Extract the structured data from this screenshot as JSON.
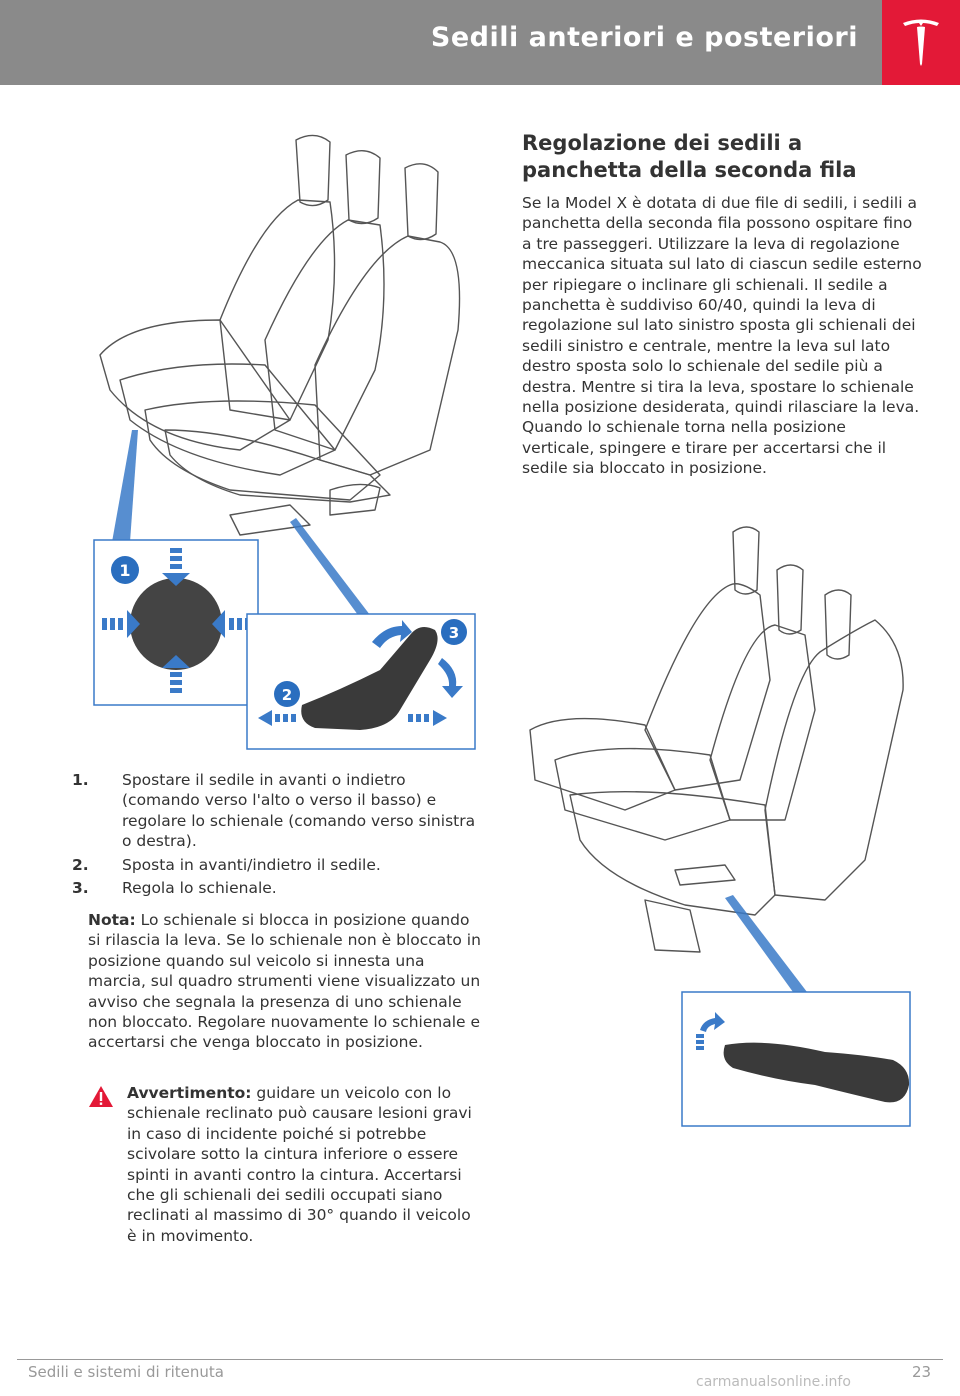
{
  "header": {
    "title": "Sedili anteriori e posteriori",
    "accent_color": "#e31937",
    "bar_color": "#8a8a8a"
  },
  "figure_front": {
    "callouts": [
      "1",
      "2",
      "3"
    ],
    "callout_color": "#2a6ebf"
  },
  "steps": [
    {
      "num": "1.",
      "text": "Spostare il sedile in avanti o indietro (comando verso l'alto o verso il basso) e regolare lo schienale (comando verso sinistra o destra)."
    },
    {
      "num": "2.",
      "text": "Sposta in avanti/indietro il sedile."
    },
    {
      "num": "3.",
      "text": "Regola lo schienale."
    }
  ],
  "note": {
    "label": "Nota:",
    "text": " Lo schienale si blocca in posizione quando si rilascia la leva. Se lo schienale non è bloccato in posizione quando sul veicolo si innesta una marcia, sul quadro strumenti viene visualizzato un avviso che segnala la presenza di uno schienale non bloccato. Regolare nuovamente lo schienale e accertarsi che venga bloccato in posizione."
  },
  "warning": {
    "label": "Avvertimento:",
    "text": " guidare un veicolo con lo schienale reclinato può causare lesioni gravi in caso di incidente poiché si potrebbe scivolare sotto la cintura inferiore o essere spinti in avanti contro la cintura. Accertarsi che gli schienali dei sedili occupati siano reclinati al massimo di 30° quando il veicolo è in movimento.",
    "icon": "warning-triangle-icon"
  },
  "section": {
    "heading": "Regolazione dei sedili a panchetta della seconda fila",
    "body": "Se la Model X è dotata di due file di sedili, i sedili a panchetta della seconda fila possono ospitare fino a tre passeggeri. Utilizzare la leva di regolazione meccanica situata sul lato di ciascun sedile esterno per ripiegare o inclinare gli schienali. Il sedile a panchetta è suddiviso 60/40, quindi la leva di regolazione sul lato sinistro sposta gli schienali dei sedili sinistro e centrale, mentre la leva sul lato destro sposta solo lo schienale del sedile più a destra. Mentre si tira la leva, spostare lo schienale nella posizione desiderata, quindi rilasciare la leva. Quando lo schienale torna nella posizione verticale, spingere e tirare per accertarsi che il sedile sia bloccato in posizione."
  },
  "footer": {
    "left": "Sedili e sistemi di ritenuta",
    "page": "23",
    "watermark": "carmanualsonline.info"
  }
}
